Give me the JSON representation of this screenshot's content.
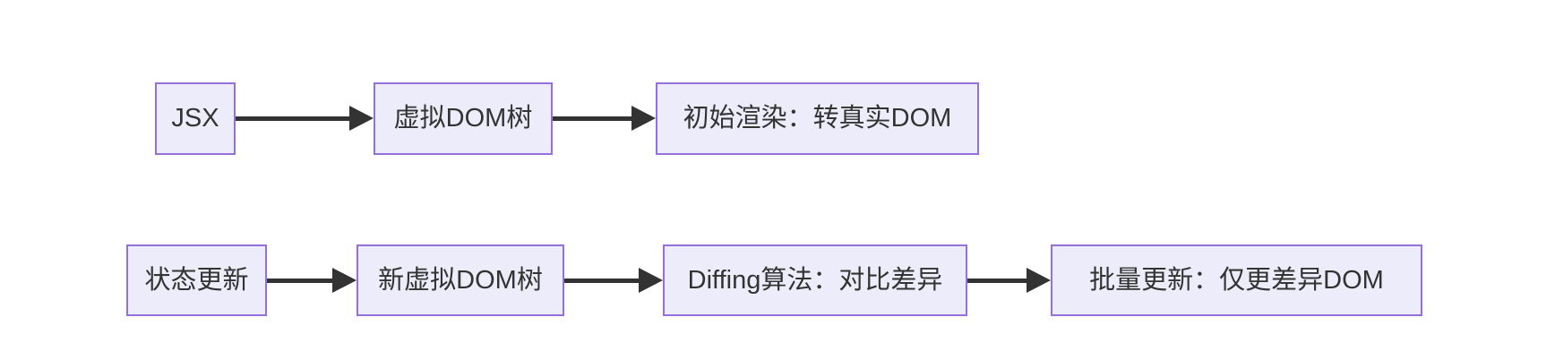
{
  "diagram": {
    "type": "flowchart",
    "orientation": "left-to-right",
    "colors": {
      "background": "#ffffff",
      "node_fill": "#ECECFA",
      "node_border": "#9370DB",
      "node_text": "#333333",
      "arrow": "#333333"
    },
    "rows": [
      {
        "id": "initial-render-flow",
        "nodes": [
          {
            "label": "JSX"
          },
          {
            "label": "虚拟DOM树"
          },
          {
            "label": "初始渲染：转真实DOM"
          }
        ],
        "edges": [
          {
            "from": "JSX",
            "to": "虚拟DOM树",
            "style": "solid-arrow"
          },
          {
            "from": "虚拟DOM树",
            "to": "初始渲染：转真实DOM",
            "style": "solid-arrow"
          }
        ]
      },
      {
        "id": "update-flow",
        "nodes": [
          {
            "label": "状态更新"
          },
          {
            "label": "新虚拟DOM树"
          },
          {
            "label": "Diffing算法：对比差异"
          },
          {
            "label": "批量更新：仅更差异DOM"
          }
        ],
        "edges": [
          {
            "from": "状态更新",
            "to": "新虚拟DOM树",
            "style": "solid-arrow"
          },
          {
            "from": "新虚拟DOM树",
            "to": "Diffing算法：对比差异",
            "style": "solid-arrow"
          },
          {
            "from": "Diffing算法：对比差异",
            "to": "批量更新：仅更差异DOM",
            "style": "solid-arrow"
          }
        ]
      }
    ]
  }
}
